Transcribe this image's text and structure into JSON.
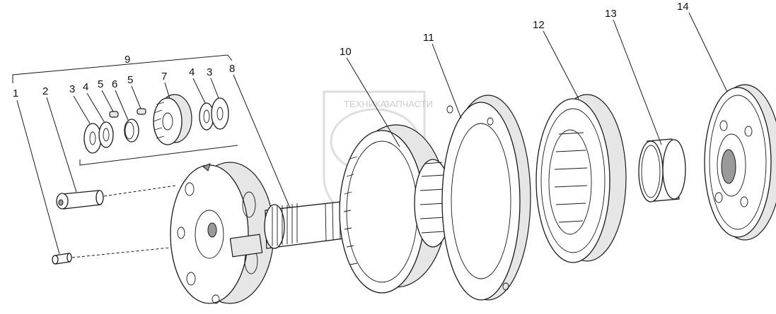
{
  "callouts": [
    "1",
    "2",
    "3",
    "4",
    "5",
    "6",
    "5",
    "7",
    "4",
    "3",
    "8",
    "9",
    "10",
    "11",
    "12",
    "13",
    "14"
  ],
  "watermark": {
    "left_word": "ТЕХНИКА",
    "right_word": "ЗАПЧАСТИ"
  }
}
